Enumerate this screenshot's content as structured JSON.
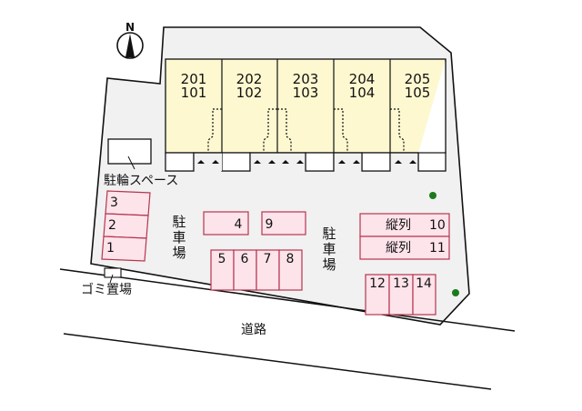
{
  "compass": {
    "label": "N",
    "icon": "north-arrow-icon"
  },
  "colors": {
    "lot_fill": "#f1f1f1",
    "building_fill": "#fdf8d0",
    "parking_fill": "#fde3ea",
    "parking_stroke": "#b5364f",
    "tree": "#1c7a1c",
    "line": "#111111"
  },
  "building": {
    "units": [
      {
        "upper": "201",
        "lower": "101"
      },
      {
        "upper": "202",
        "lower": "102"
      },
      {
        "upper": "203",
        "lower": "103"
      },
      {
        "upper": "204",
        "lower": "104"
      },
      {
        "upper": "205",
        "lower": "105"
      }
    ]
  },
  "labels": {
    "bicycle_space": "駐輪スペース",
    "garbage": "ゴミ置場",
    "road": "道路",
    "parking_left": [
      "駐",
      "車",
      "場"
    ],
    "parking_right": [
      "駐",
      "車",
      "場"
    ]
  },
  "parking": {
    "left_column": [
      "3",
      "2",
      "1"
    ],
    "middle_top": [
      "4",
      "9"
    ],
    "middle_bottom": [
      "5",
      "6",
      "7",
      "8"
    ],
    "tandem": [
      {
        "prefix": "縦列",
        "number": "10"
      },
      {
        "prefix": "縦列",
        "number": "11"
      }
    ],
    "right_bottom": [
      "12",
      "13",
      "14"
    ]
  }
}
